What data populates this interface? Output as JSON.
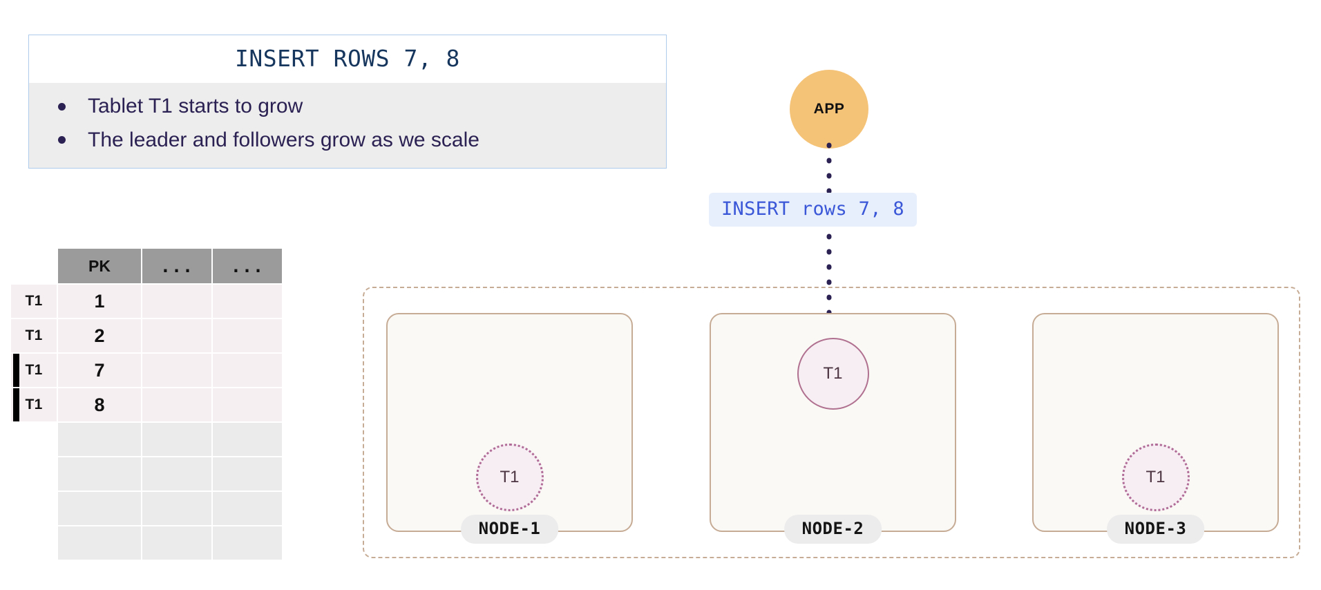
{
  "callout": {
    "title": "INSERT ROWS 7, 8",
    "items": [
      "Tablet T1 starts to grow",
      "The leader and followers grow as we scale"
    ]
  },
  "table": {
    "headers": [
      "PK",
      "...",
      "..."
    ],
    "rows": [
      {
        "tag": "T1",
        "pk": "1",
        "marked": false,
        "filled": true
      },
      {
        "tag": "T1",
        "pk": "2",
        "marked": false,
        "filled": true
      },
      {
        "tag": "T1",
        "pk": "7",
        "marked": true,
        "filled": true
      },
      {
        "tag": "T1",
        "pk": "8",
        "marked": true,
        "filled": true
      },
      {
        "tag": "",
        "pk": "",
        "marked": false,
        "filled": false
      },
      {
        "tag": "",
        "pk": "",
        "marked": false,
        "filled": false
      },
      {
        "tag": "",
        "pk": "",
        "marked": false,
        "filled": false
      },
      {
        "tag": "",
        "pk": "",
        "marked": false,
        "filled": false
      }
    ]
  },
  "app": {
    "label": "APP"
  },
  "query": {
    "text": "INSERT rows 7, 8"
  },
  "cluster": {
    "nodes": [
      {
        "name": "NODE-1",
        "tablet": "T1",
        "role": "follower"
      },
      {
        "name": "NODE-2",
        "tablet": "T1",
        "role": "leader"
      },
      {
        "name": "NODE-3",
        "tablet": "T1",
        "role": "follower"
      }
    ]
  },
  "colors": {
    "callout_border": "#aecbeb",
    "callout_body_bg": "#ededed",
    "title_text": "#17365d",
    "bullet_text": "#2b2152",
    "app_fill": "#f5c378",
    "query_bg": "#e8effc",
    "query_text": "#3a57d8",
    "node_border": "#c6ab95",
    "node_fill": "#fbf9f6",
    "cluster_border": "#c6ab95",
    "tablet_fill": "#f6eef2",
    "tablet_border": "#b06b96",
    "leader_border": "#b0708f",
    "table_header_bg": "#9b9b9b",
    "table_row_bg": "#f6eff1",
    "table_empty_bg": "#ebebeb",
    "arrow": "#2b2152",
    "marker_bar": "#000000"
  }
}
